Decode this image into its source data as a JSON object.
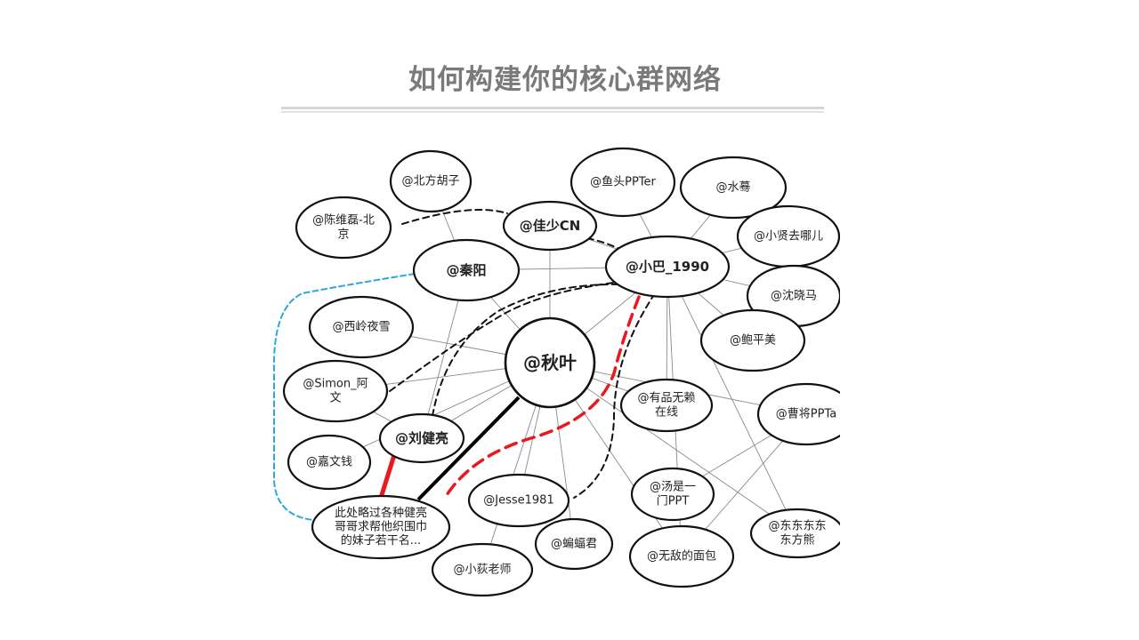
{
  "slide": {
    "title": "如何构建你的核心群网络"
  },
  "nodes": [
    {
      "id": "beifang",
      "lines": [
        "@北方胡子"
      ]
    },
    {
      "id": "chenweilei",
      "lines": [
        "@陈维磊-北",
        "京"
      ]
    },
    {
      "id": "jiashao",
      "lines": [
        "@佳少CN"
      ],
      "bold": true
    },
    {
      "id": "yutou",
      "lines": [
        "@鱼头PPTer"
      ]
    },
    {
      "id": "shuimu",
      "lines": [
        "@水蓦"
      ]
    },
    {
      "id": "xiaoxian",
      "lines": [
        "@小贤去哪儿"
      ]
    },
    {
      "id": "qinyang",
      "lines": [
        "@秦阳"
      ],
      "bold": true
    },
    {
      "id": "xiaoba",
      "lines": [
        "@小巴_1990"
      ],
      "bold": true
    },
    {
      "id": "shenxiaoma",
      "lines": [
        "@沈晓马"
      ]
    },
    {
      "id": "xiling",
      "lines": [
        "@西岭夜雪"
      ]
    },
    {
      "id": "qiuye",
      "lines": [
        "@秋叶"
      ],
      "bold": true,
      "center": true
    },
    {
      "id": "baopingmei",
      "lines": [
        "@鲍平美"
      ]
    },
    {
      "id": "simon",
      "lines": [
        "@Simon_阿",
        "文"
      ]
    },
    {
      "id": "youpin",
      "lines": [
        "@有品无赖",
        "在线"
      ]
    },
    {
      "id": "caojiang",
      "lines": [
        "@曹将PPTa"
      ]
    },
    {
      "id": "liujianliang",
      "lines": [
        "@刘健亮"
      ],
      "bold": true
    },
    {
      "id": "jiawenqian",
      "lines": [
        "@嘉文钱"
      ]
    },
    {
      "id": "tangshi",
      "lines": [
        "@汤是一",
        "门PPT"
      ]
    },
    {
      "id": "jesse",
      "lines": [
        "@Jesse1981"
      ]
    },
    {
      "id": "note",
      "lines": [
        "此处略过各种健亮",
        "哥哥求帮他织围巾",
        "的妹子若干名..."
      ]
    },
    {
      "id": "dongdong",
      "lines": [
        "@东东东东",
        "东方熊"
      ]
    },
    {
      "id": "bianfu",
      "lines": [
        "@蝙蝠君"
      ]
    },
    {
      "id": "wudi",
      "lines": [
        "@无敌的面包"
      ]
    },
    {
      "id": "xiaodi",
      "lines": [
        "@小荻老师"
      ]
    }
  ],
  "colors": {
    "title": "#7a7a7a",
    "rule": "#d6d6d6",
    "node_stroke": "#111111",
    "thin_line": "#8a8a8a",
    "dashed_black": "#111111",
    "dashed_red": "#e8191f",
    "dashed_blue": "#2ea7df",
    "solid_red": "#e8191f",
    "solid_black": "#000000"
  }
}
